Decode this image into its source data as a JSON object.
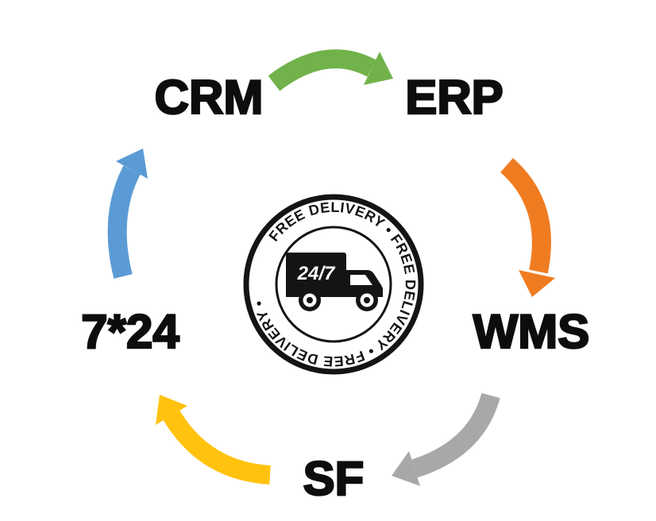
{
  "diagram": {
    "title_hint": "circular process cycle with five nodes around a free delivery stamp",
    "nodes": {
      "crm": "CRM",
      "erp": "ERP",
      "wms": "WMS",
      "sf": "SF",
      "support": "7*24"
    },
    "arrows": {
      "crm_to_erp": {
        "from": "CRM",
        "to": "ERP",
        "color": "#71b24a"
      },
      "erp_to_wms": {
        "from": "ERP",
        "to": "WMS",
        "color": "#f07c21"
      },
      "wms_to_sf": {
        "from": "WMS",
        "to": "SF",
        "color": "#a8a8a8"
      },
      "sf_to_support": {
        "from": "SF",
        "to": "7*24",
        "color": "#ffc20e"
      },
      "support_to_crm": {
        "from": "7*24",
        "to": "CRM",
        "color": "#5b9bd5"
      }
    },
    "badge": {
      "ring_text": "FREE DELIVERY • FREE DELIVERY • FREE DELIVERY •",
      "truck_label": "24/7",
      "ink_color": "#141414"
    }
  }
}
